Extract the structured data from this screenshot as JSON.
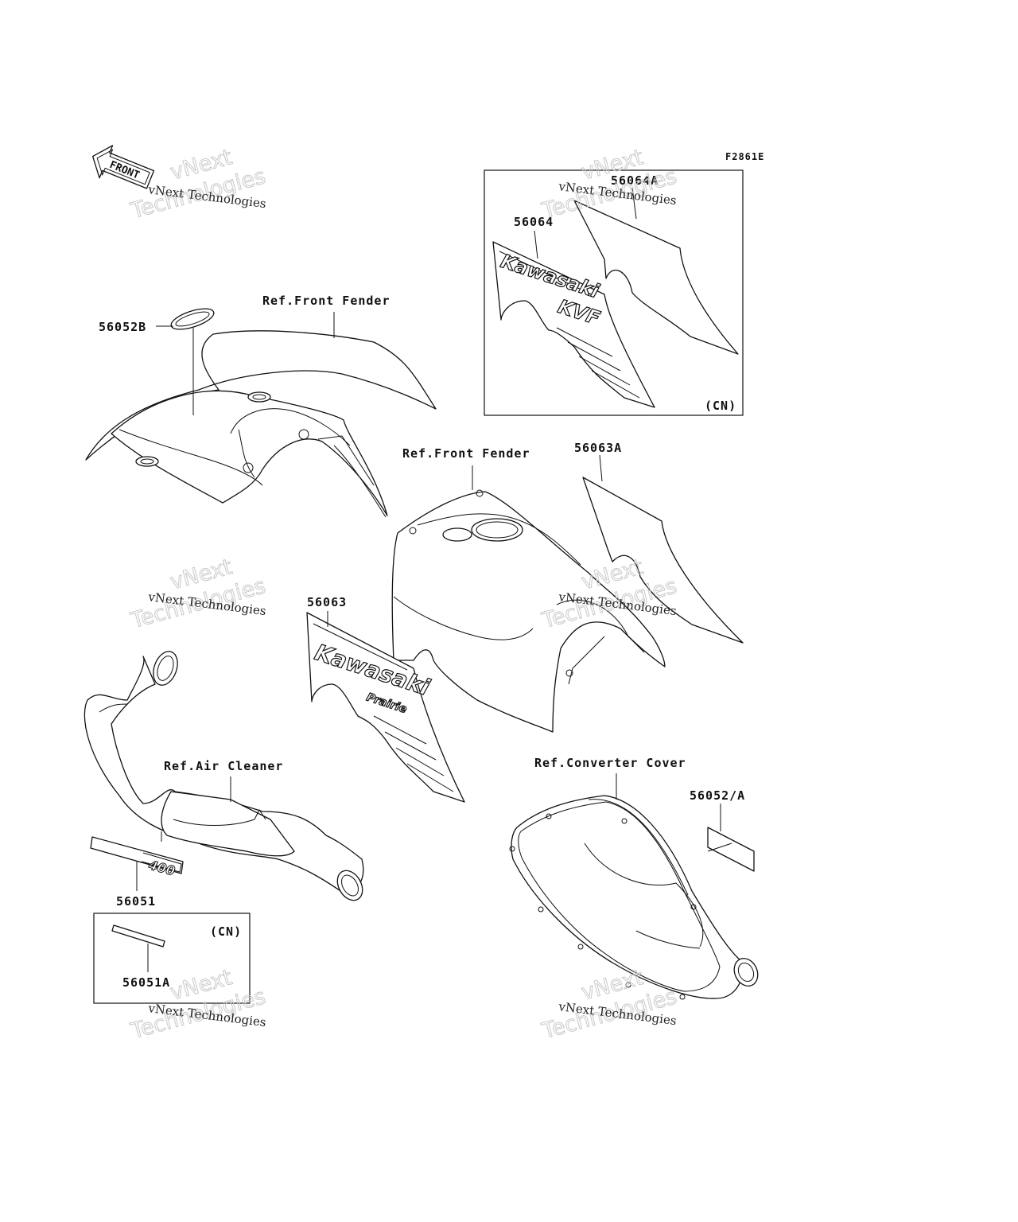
{
  "figure_code": "F2861E",
  "front_arrow_label": "FRONT",
  "watermark": {
    "line1": "vNext",
    "line2": "Technologies",
    "small": "vNext Technologies"
  },
  "callouts": {
    "p56064A": "56064A",
    "p56064": "56064",
    "p56052B": "56052B",
    "ref_front_fender_top": "Ref.Front Fender",
    "cn_top": "(CN)",
    "ref_front_fender_mid": "Ref.Front Fender",
    "p56063A": "56063A",
    "p56063": "56063",
    "ref_air_cleaner": "Ref.Air Cleaner",
    "ref_converter_cover": "Ref.Converter Cover",
    "p56052A": "56052/A",
    "p56051": "56051",
    "p56051A": "56051A",
    "cn_bottom": "(CN)"
  },
  "decals": {
    "brand": "Kawasaki",
    "model": "KVF",
    "sub": "Prairie",
    "badge": "400"
  }
}
